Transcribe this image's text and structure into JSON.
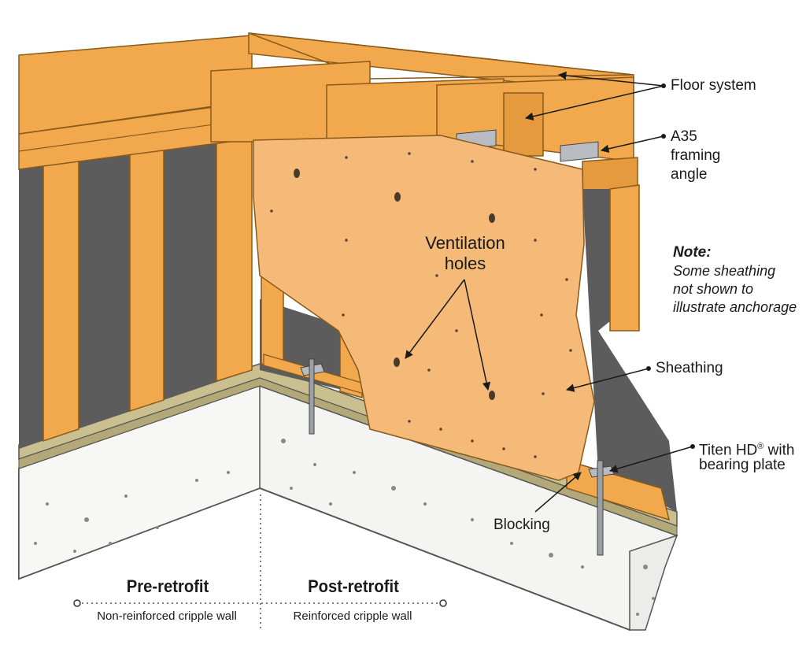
{
  "labels": {
    "floor_system": "Floor system",
    "a35_line1": "A35",
    "a35_line2": "framing",
    "a35_line3": "angle",
    "note_title": "Note:",
    "note_line1": "Some sheathing",
    "note_line2": "not shown to",
    "note_line3": "illustrate anchorage",
    "ventilation_line1": "Ventilation",
    "ventilation_line2": "holes",
    "sheathing": "Sheathing",
    "titen_line1": "Titen HD",
    "titen_reg": "®",
    "titen_line1_suffix": " with",
    "titen_line2": "bearing plate",
    "blocking": "Blocking"
  },
  "captions": {
    "pre_title": "Pre-retrofit",
    "pre_sub": "Non-reinforced cripple wall",
    "post_title": "Post-retrofit",
    "post_sub": "Reinforced cripple wall"
  },
  "colors": {
    "wood": "#f2a94e",
    "wood_dark": "#d98a2a",
    "sheathing": "#f5b978",
    "wall_gap": "#5c5c5c",
    "concrete": "#f4f4f2",
    "sill": "#c9bf8f"
  }
}
